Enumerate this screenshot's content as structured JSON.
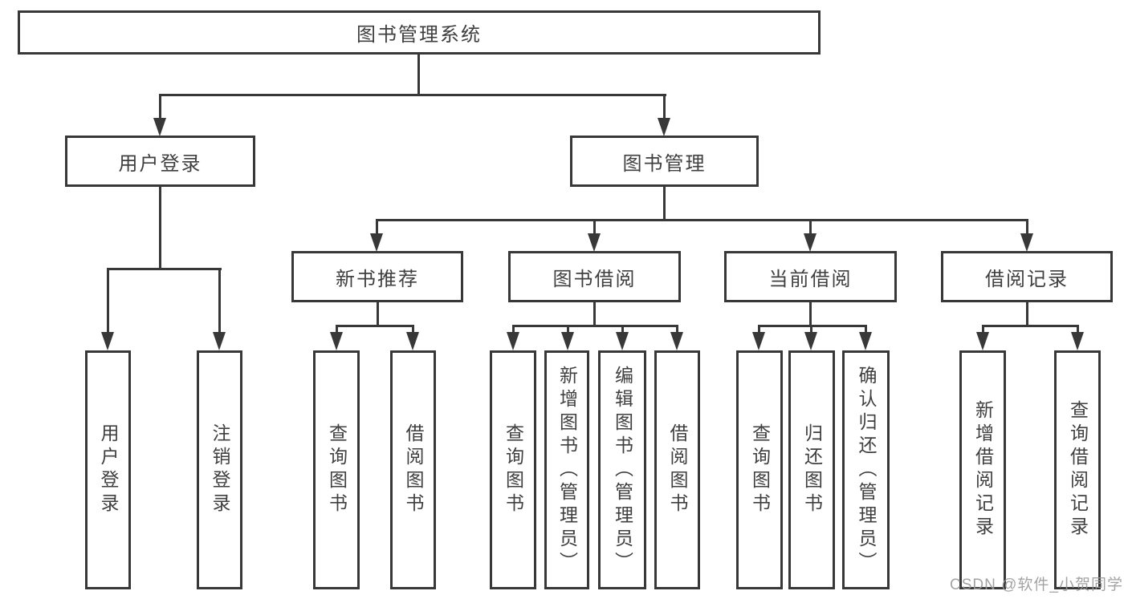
{
  "diagram": {
    "root_label": "图书管理系统",
    "level2": [
      "用户登录",
      "图书管理"
    ],
    "level3": [
      "新书推荐",
      "图书借阅",
      "当前借阅",
      "借阅记录"
    ],
    "leaves": {
      "user_login": [
        "用户登录",
        "注销登录"
      ],
      "new_book": [
        "查询图书",
        "借阅图书"
      ],
      "book_borrow": [
        "查询图书",
        "新增图书（管理员）",
        "编辑图书（管理员）",
        "借阅图书"
      ],
      "current_borrow": [
        "查询图书",
        "归还图书",
        "确认归还（管理员）"
      ],
      "borrow_record": [
        "新增借阅记录",
        "查询借阅记录"
      ]
    }
  },
  "watermark": "CSDN @软件_小贺同学",
  "colors": {
    "line": "#383838",
    "text": "#3f3f3f",
    "watermark": "#9a9a9a",
    "background": "#ffffff"
  }
}
